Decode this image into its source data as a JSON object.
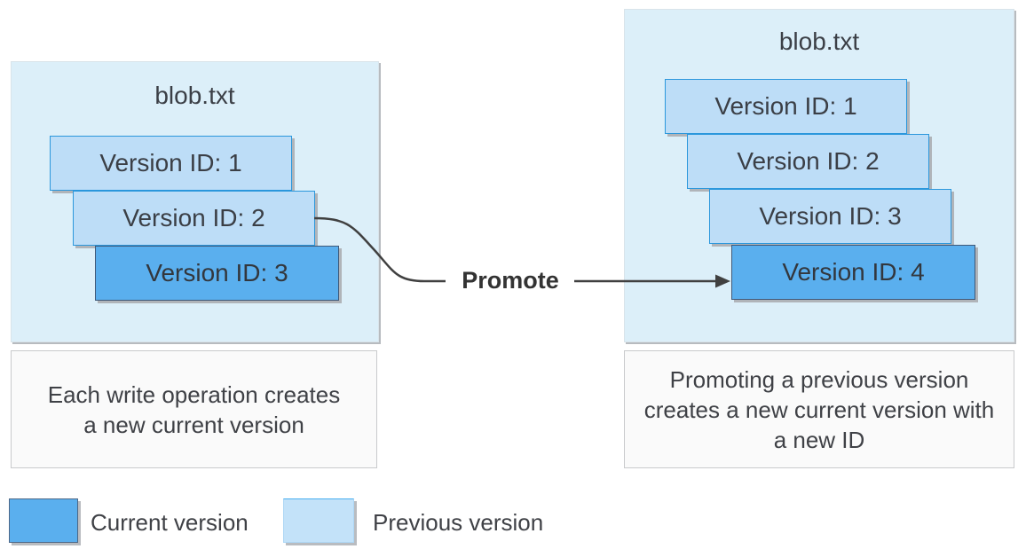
{
  "diagram": {
    "left_panel": {
      "title": "blob.txt",
      "versions": [
        {
          "label": "Version ID: 1",
          "state": "previous"
        },
        {
          "label": "Version ID: 2",
          "state": "previous"
        },
        {
          "label": "Version ID: 3",
          "state": "current"
        }
      ],
      "caption": "Each write operation creates a new current version"
    },
    "right_panel": {
      "title": "blob.txt",
      "versions": [
        {
          "label": "Version ID: 1",
          "state": "previous"
        },
        {
          "label": "Version ID: 2",
          "state": "previous"
        },
        {
          "label": "Version ID: 3",
          "state": "previous"
        },
        {
          "label": "Version ID: 4",
          "state": "current"
        }
      ],
      "caption": "Promoting a previous version creates a new current version with a new ID"
    },
    "promote": {
      "label": "Promote",
      "from": "Version ID: 2",
      "to": "Version ID: 4"
    },
    "legend": {
      "items": [
        {
          "label": "Current version",
          "color": "#5aafee"
        },
        {
          "label": "Previous version",
          "color": "#c3e2f9"
        }
      ]
    },
    "colors": {
      "panel_bg": "#dceff9",
      "previous_fill": "#bdddf7",
      "previous_border": "#2b97dc",
      "current_fill": "#5aafee",
      "current_border": "#3f5878",
      "text": "#3f4146",
      "connector": "#404040"
    }
  }
}
